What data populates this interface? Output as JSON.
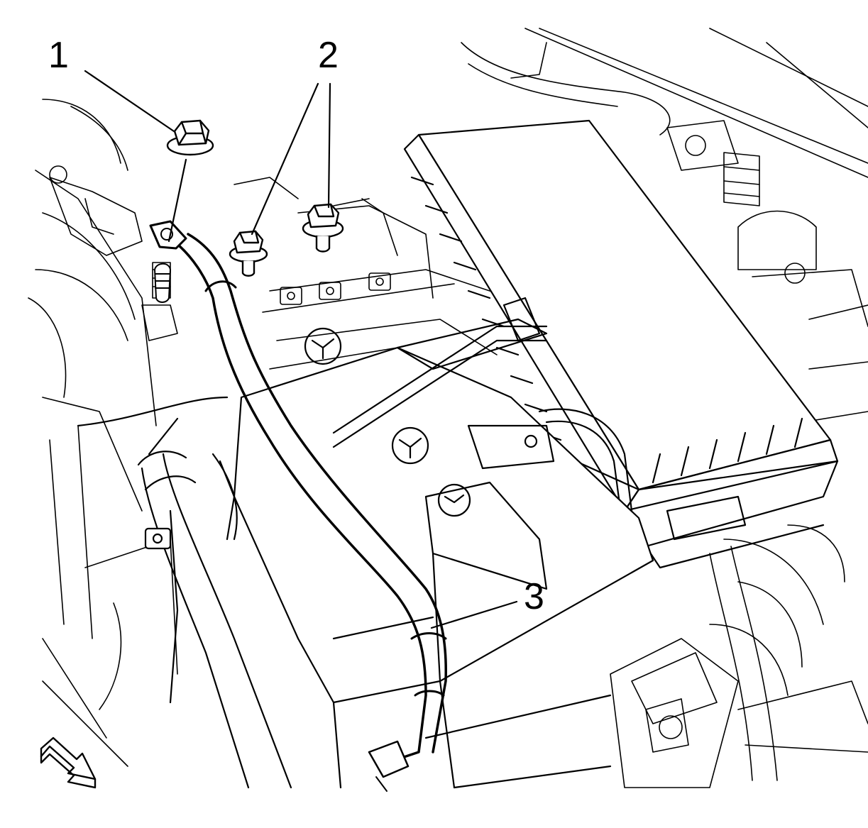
{
  "callouts": {
    "c1": "1",
    "c2": "2",
    "c3": "3"
  },
  "colors": {
    "line": "#000000",
    "fill": "#ffffff"
  },
  "icons": {
    "direction": "forward-arrow-icon"
  }
}
